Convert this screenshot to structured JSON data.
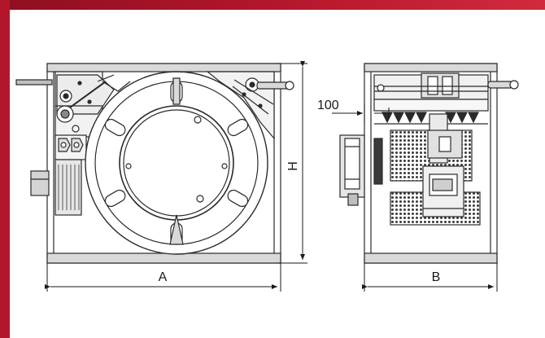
{
  "dimensions": {
    "width_label": "A",
    "depth_label": "B",
    "height_label": "H",
    "offset_label": "100"
  },
  "colors": {
    "brand_red": "#b3162b",
    "brand_red_dark": "#8e0f20",
    "line": "#2a2a2a",
    "grey": "#8a8a8a",
    "dark": "#3a3a3a"
  }
}
